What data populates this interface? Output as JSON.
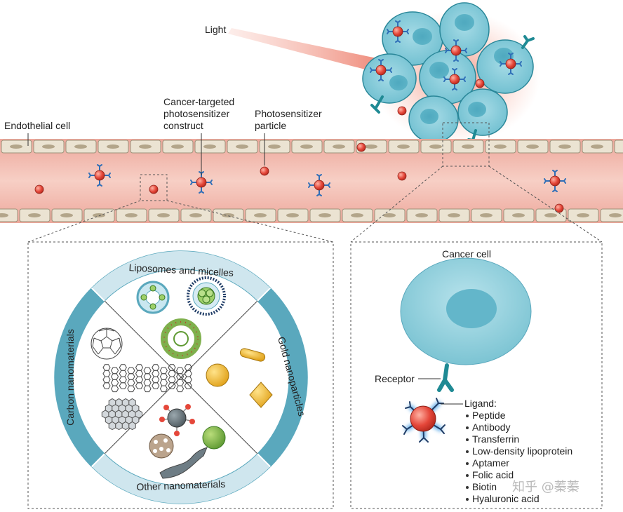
{
  "labels": {
    "light": "Light",
    "endothelial": "Endothelial cell",
    "construct_line1": "Cancer-targeted",
    "construct_line2": "photosensitizer",
    "construct_line3": "construct",
    "particle_line1": "Photosensitizer",
    "particle_line2": "particle",
    "cancer_cell": "Cancer cell",
    "receptor": "Receptor",
    "ligand": "Ligand:"
  },
  "wheel": {
    "top": "Liposomes and micelles",
    "right": "Gold nanoparticles",
    "bottom": "Other nanomaterials",
    "left": "Carbon nanomaterials"
  },
  "ligands": [
    "Peptide",
    "Antibody",
    "Transferrin",
    "Low-density lipoprotein",
    "Aptamer",
    "Folic acid",
    "Biotin",
    "Hyaluronic acid"
  ],
  "watermark": "知乎 @蓁蓁",
  "colors": {
    "cell_fill": "#7cc4d3",
    "cell_stroke": "#2a8799",
    "vessel": "#f0b1a6",
    "endothelium": "#e9e1cf",
    "particle": "#e5473a",
    "ligand_blue": "#2f6fb8",
    "receptor": "#1f8a94"
  }
}
